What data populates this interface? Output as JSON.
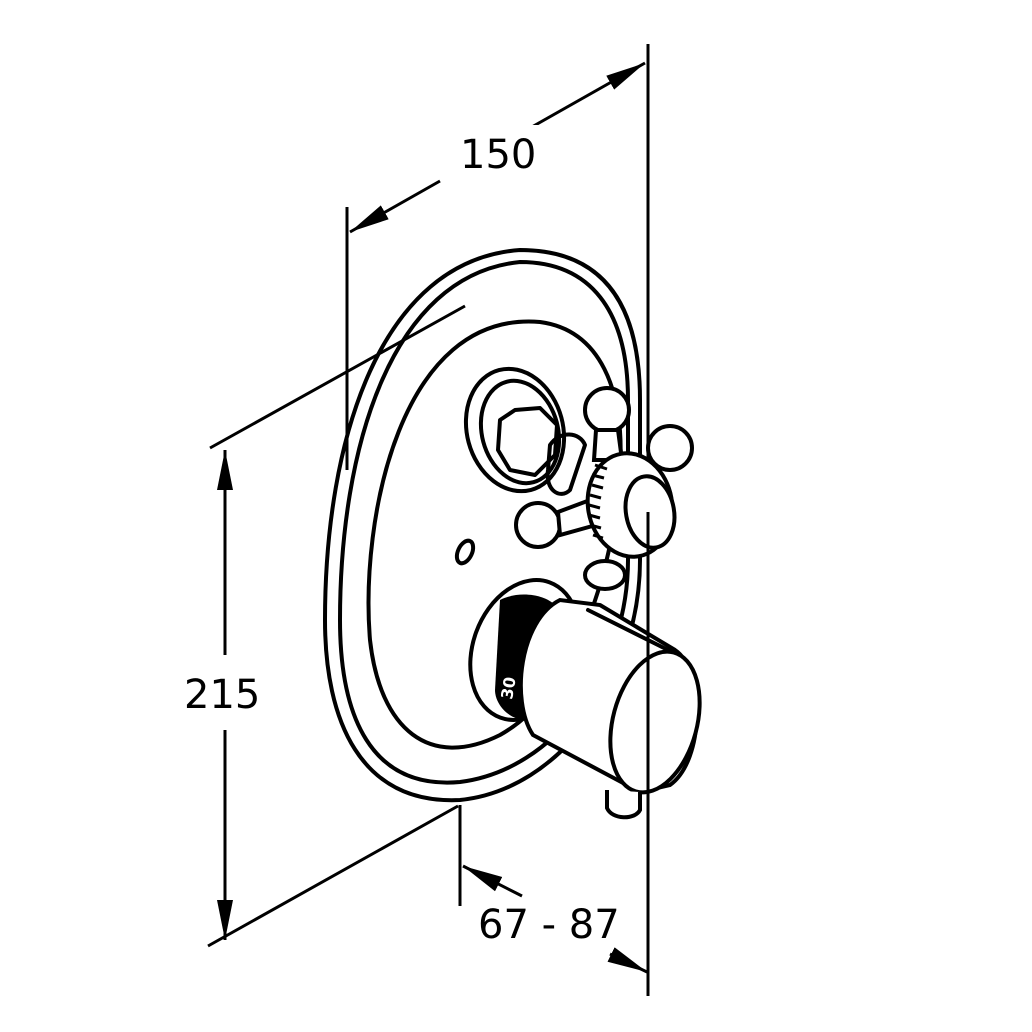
{
  "drawing": {
    "dimensions": {
      "width": "150",
      "height": "215",
      "depth": "67 - 87"
    },
    "scale_label": "30",
    "line_color": "#000000",
    "background": "#ffffff"
  }
}
